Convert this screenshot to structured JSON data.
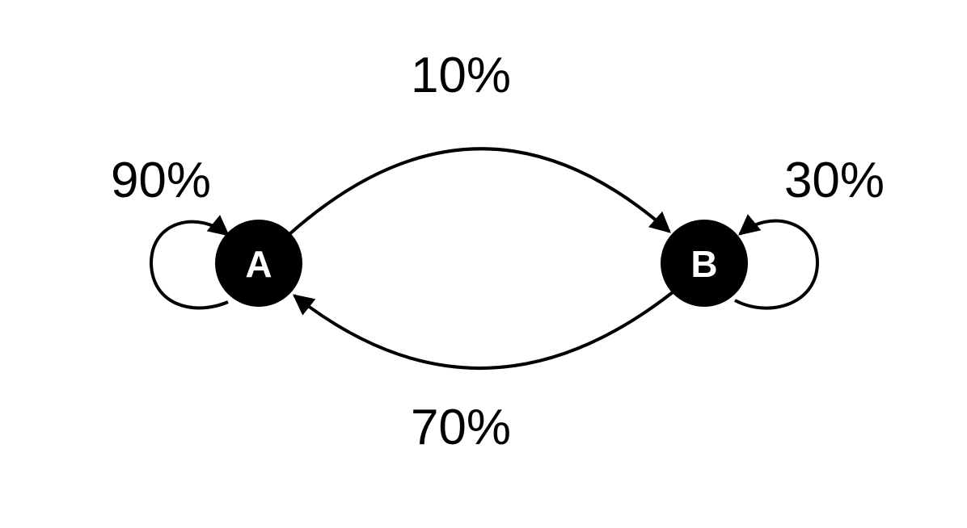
{
  "nodes": {
    "a": {
      "label": "A"
    },
    "b": {
      "label": "B"
    }
  },
  "edges": {
    "a_to_a": {
      "probability": "90%"
    },
    "a_to_b": {
      "probability": "10%"
    },
    "b_to_a": {
      "probability": "70%"
    },
    "b_to_b": {
      "probability": "30%"
    }
  },
  "colors": {
    "node_fill": "#000000",
    "node_text": "#ffffff",
    "edge": "#000000",
    "background": "#ffffff"
  }
}
